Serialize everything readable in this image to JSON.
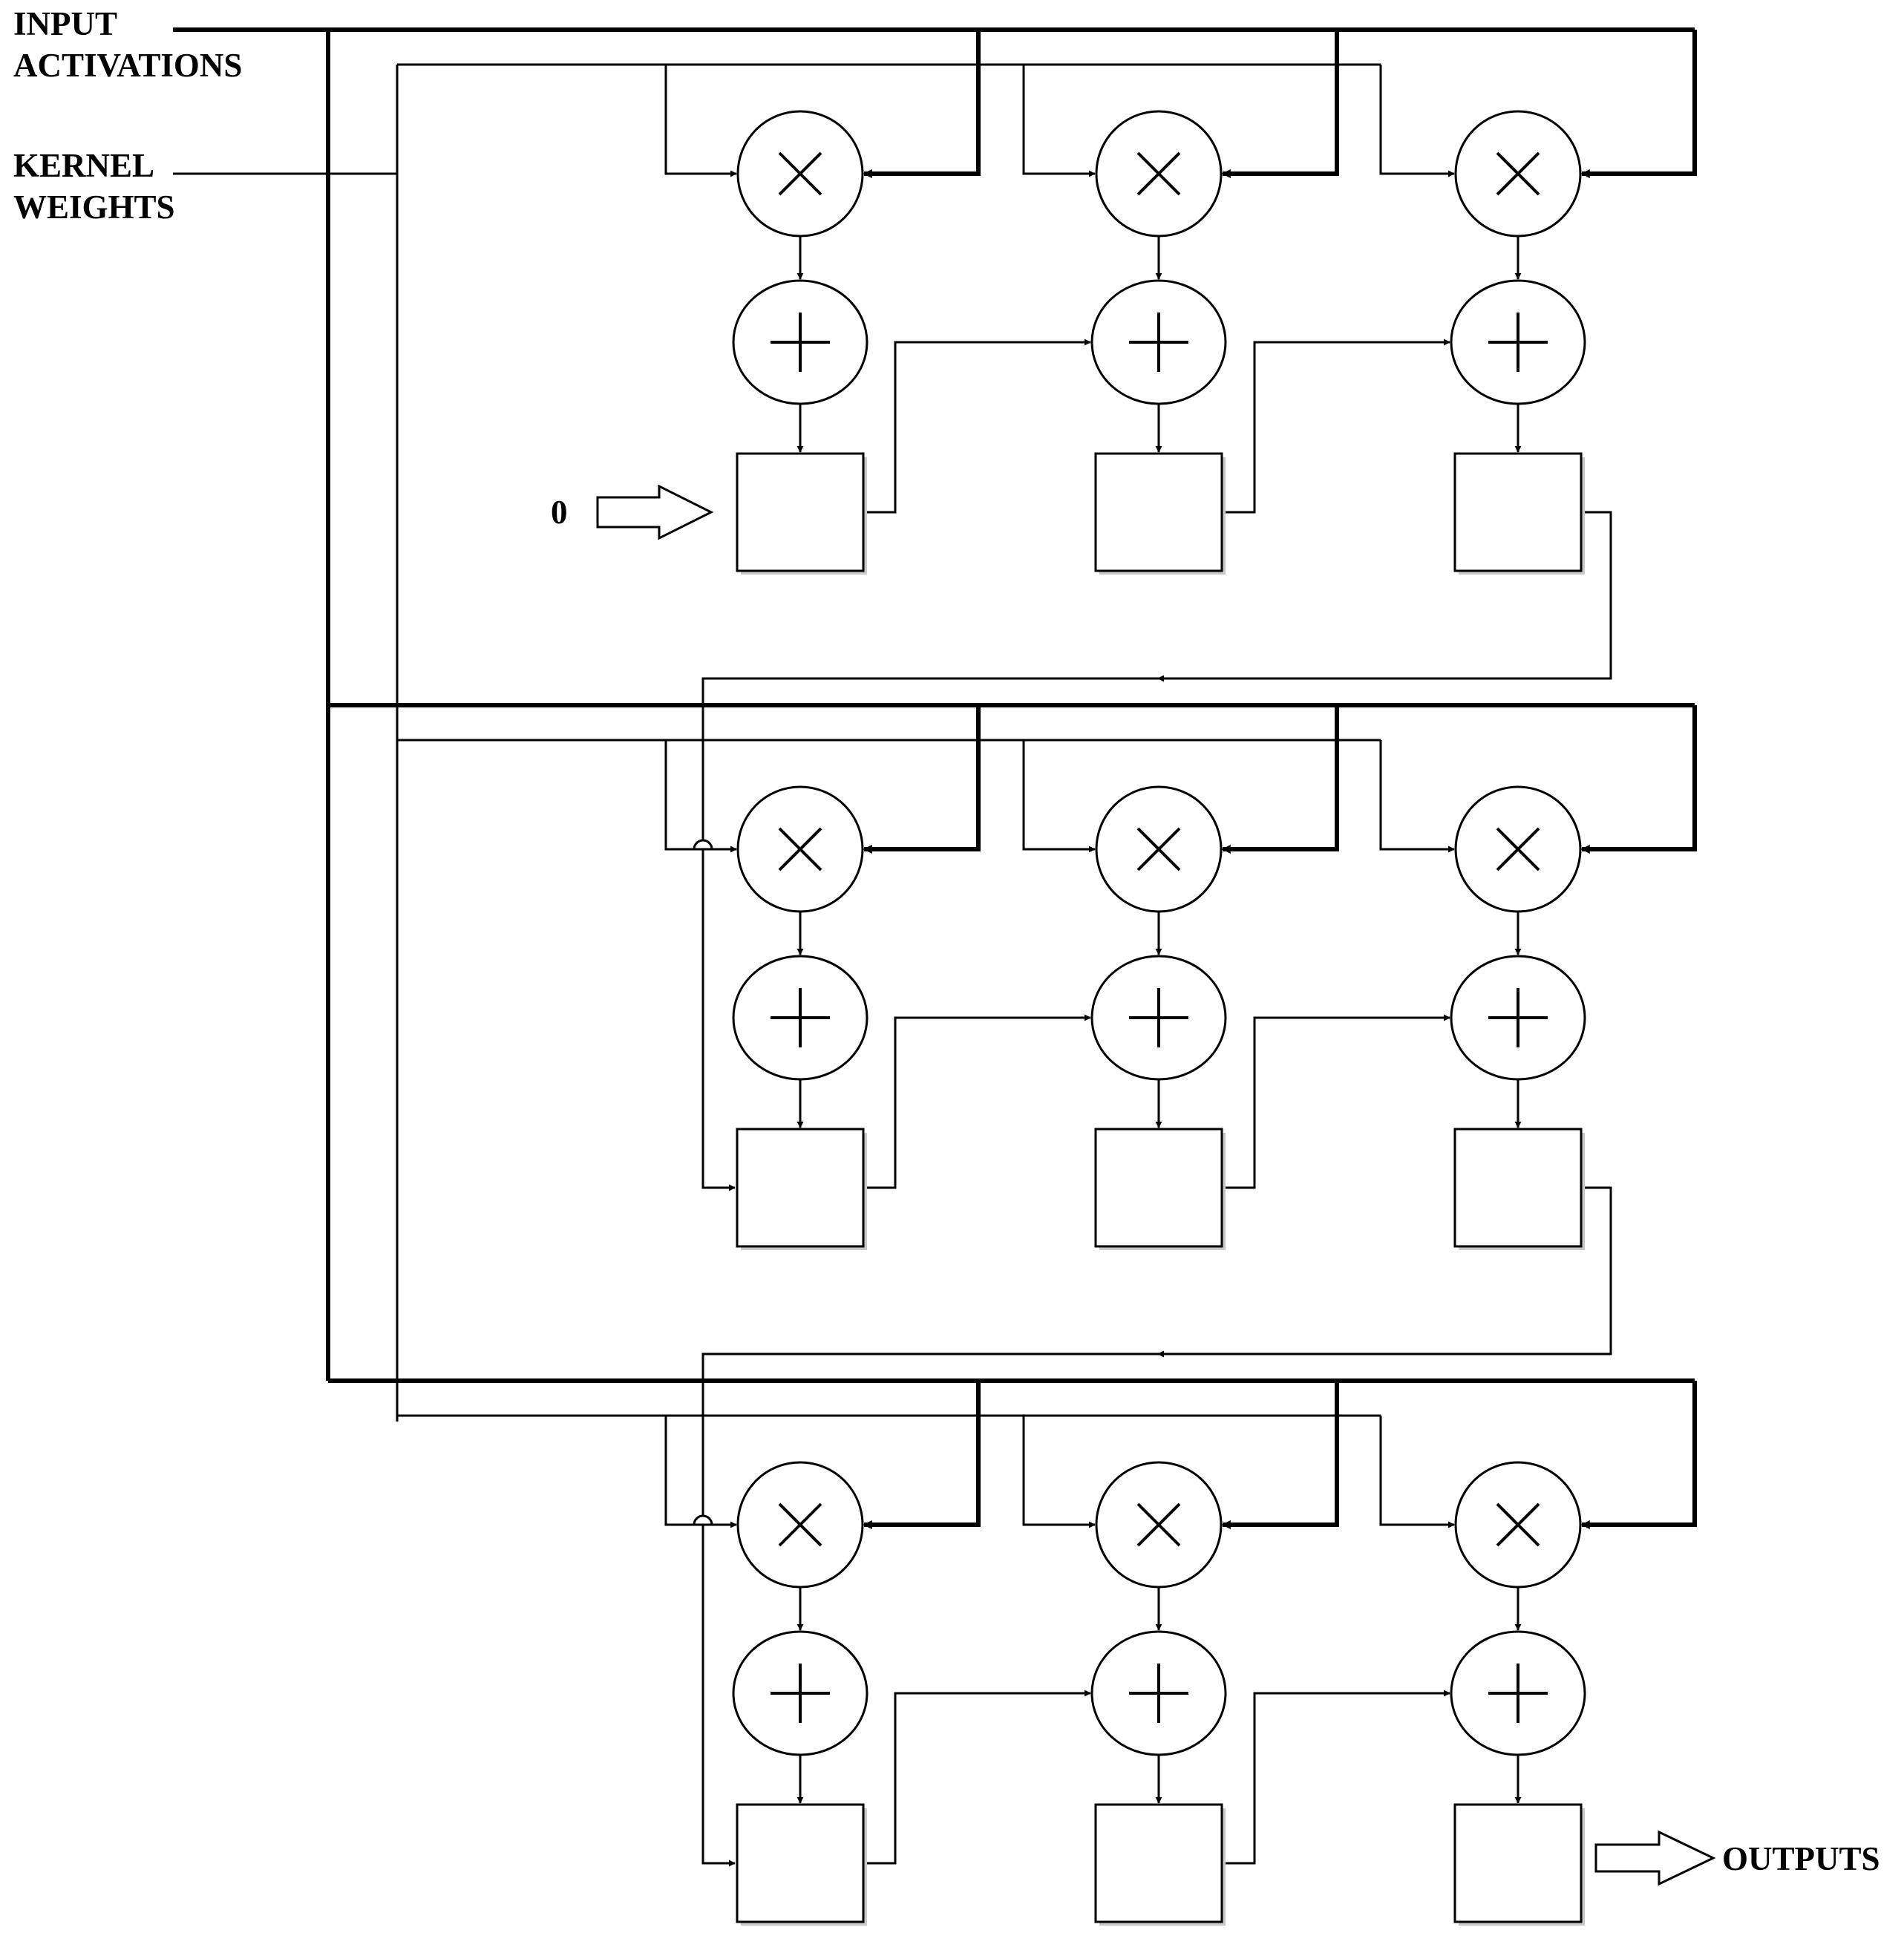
{
  "labels": {
    "input_activations_line1": "INPUT",
    "input_activations_line2": "ACTIVATIONS",
    "kernel_weights_line1": "KERNEL",
    "kernel_weights_line2": "WEIGHTS",
    "initial_value": "0",
    "outputs": "OUTPUTS"
  },
  "grid": {
    "rows": 3,
    "columns": 3,
    "multiplier_symbol": "×",
    "adder_symbol": "+"
  },
  "colors": {
    "line": "#000000",
    "background": "#ffffff",
    "box_shadow": "#c8c8c8"
  }
}
